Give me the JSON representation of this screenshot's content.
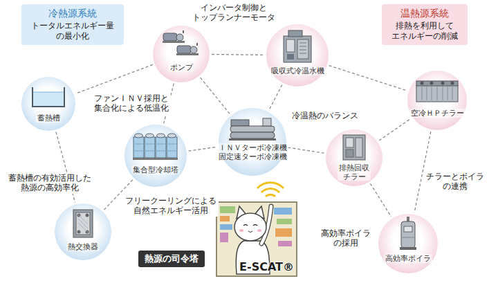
{
  "diagram": {
    "nodes": [
      {
        "text": [
          "冷熱源系統",
          "トータルエネルギー量 の最小化"
        ]
      },
      {
        "text": [
          "温熱源系統",
          "排熱を利用して エネルギーの削減"
        ]
      },
      {
        "text": [
          "ポンプ"
        ]
      },
      {
        "text": [
          "吸収式冷温水機"
        ]
      },
      {
        "text": [
          "蓄熱槽"
        ]
      },
      {
        "text": [
          "空冷ＨＰチラー"
        ]
      },
      {
        "text": [
          "集合型冷却塔"
        ]
      },
      {
        "text": [
          "ＩＮＶターボ冷凍機 固定速ターボ冷凍機"
        ]
      },
      {
        "text": [
          "排熱回収 チラー"
        ]
      },
      {
        "text": [
          "熱交換器"
        ]
      },
      {
        "text": [
          "高効率ボイラ"
        ]
      },
      {
        "text": [
          "E-SCAT®"
        ]
      },
      {
        "text": [
          "熱源の司令塔"
        ]
      }
    ],
    "edges": [
      {
        "from": 2,
        "to": 3,
        "arrow": "none"
      },
      {
        "from": 2,
        "to": 4,
        "arrow": "none"
      },
      {
        "from": 2,
        "to": 6,
        "arrow": "none"
      },
      {
        "from": 2,
        "to": 7,
        "arrow": "none"
      },
      {
        "from": 3,
        "to": 7,
        "arrow": "none"
      },
      {
        "from": 3,
        "to": 5,
        "arrow": "none"
      },
      {
        "from": 4,
        "to": 9,
        "arrow": "none"
      },
      {
        "from": 6,
        "to": 7,
        "arrow": "none"
      },
      {
        "from": 6,
        "to": 9,
        "arrow": "none"
      },
      {
        "from": 7,
        "to": 8,
        "arrow": "none"
      },
      {
        "from": 8,
        "to": 5,
        "arrow": "none"
      },
      {
        "from": 8,
        "to": 10,
        "arrow": "none"
      },
      {
        "from": 5,
        "to": 10,
        "arrow": "none"
      }
    ],
    "labels": [
      "インバータ制御と トップランナーモータ",
      "ファンＩＮＶ採用と 集合化による低温化",
      "冷温熱のバランス",
      "蓄熱槽の有効活用した 熱源の高効率化",
      "フリークーリングによる 自然エネルギー活用",
      "チラーとボイラ の連携",
      "高効率ボイラ の採用"
    ]
  }
}
